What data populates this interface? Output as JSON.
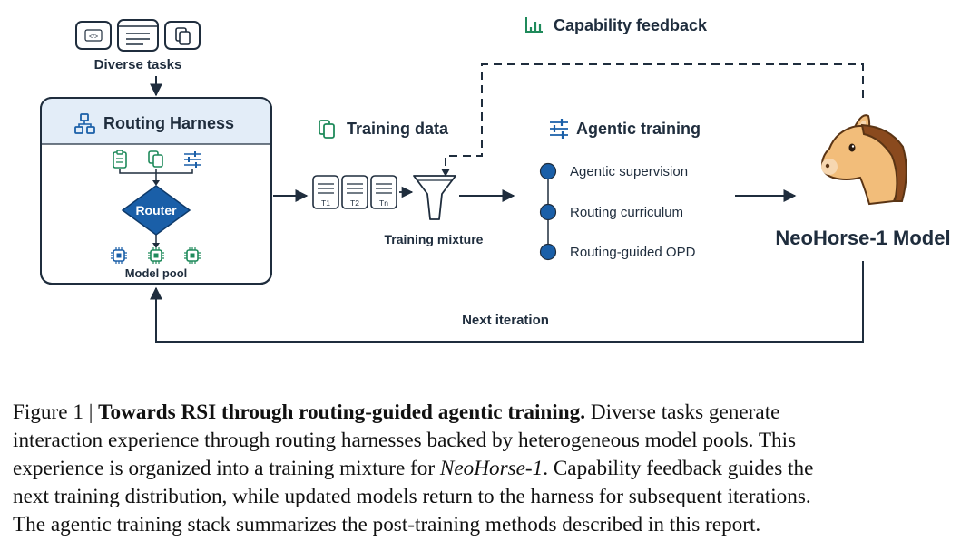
{
  "diagram": {
    "diverse_tasks": "Diverse tasks",
    "routing_harness": "Routing Harness",
    "router": "Router",
    "model_pool": "Model pool",
    "training_data": "Training data",
    "training_mixture": "Training mixture",
    "task_cards": [
      "T1",
      "T2",
      "Tn"
    ],
    "capability_feedback": "Capability feedback",
    "agentic_training": "Agentic training",
    "stack": [
      "Agentic supervision",
      "Routing curriculum",
      "Routing-guided OPD"
    ],
    "model_name": "NeoHorse-1 Model",
    "next_iteration": "Next iteration",
    "code_icon_text": "</>"
  },
  "colors": {
    "dark_navy": "#1f2d3d",
    "accent_blue": "#1a5fa8",
    "accent_green": "#1f8a5b",
    "harness_header_bg": "#e3edf8",
    "router_fill": "#1a5fa8",
    "dot_fill": "#1a5fa8",
    "horse_body": "#f2bd7a",
    "horse_mane": "#8a4a1e"
  },
  "caption": {
    "figure_label": "Figure 1 | ",
    "title": "Towards RSI through routing-guided agentic training.",
    "line1_rest": " Diverse tasks generate",
    "line2": "interaction experience through routing harnesses backed by heterogeneous model pools. This",
    "line3_a": "experience is organized into a training mixture for ",
    "line3_italic": "NeoHorse-1",
    "line3_b": ". Capability feedback guides the",
    "line4": "next training distribution, while updated models return to the harness for subsequent iterations.",
    "line5": "The agentic training stack summarizes the post-training methods described in this report."
  }
}
